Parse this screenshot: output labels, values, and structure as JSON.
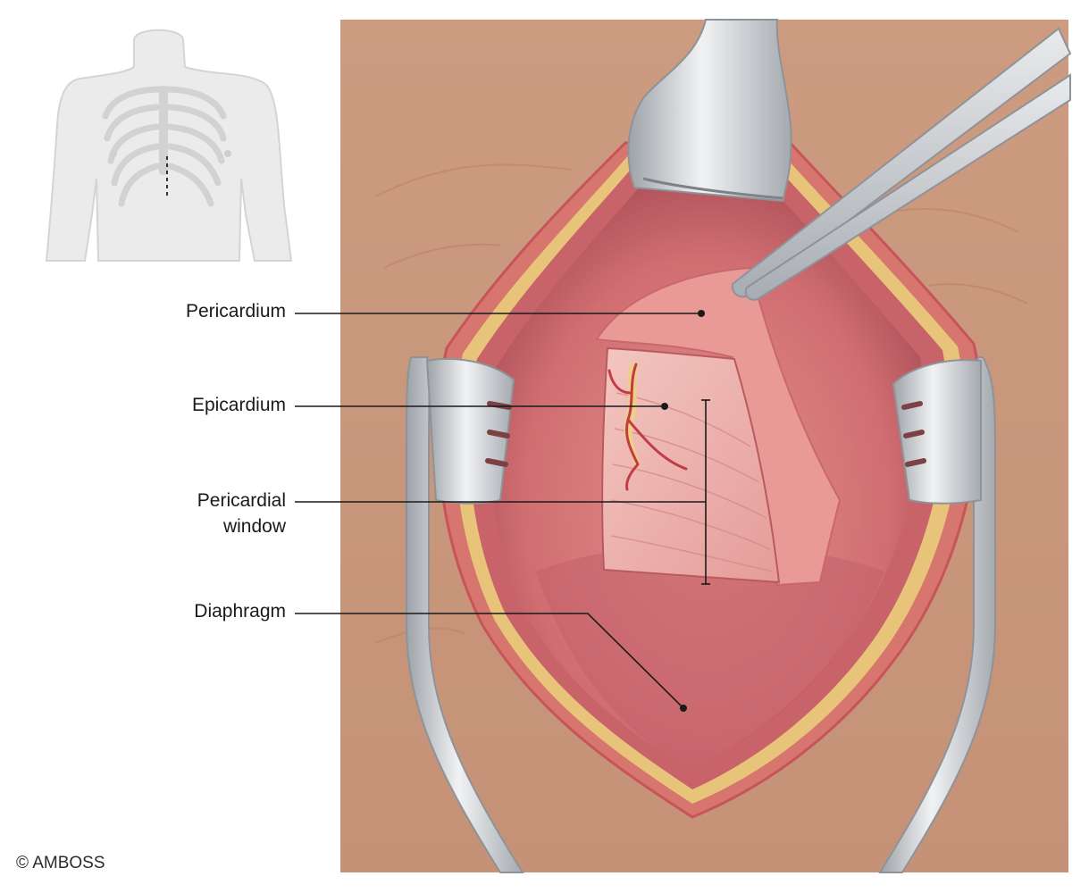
{
  "labels": {
    "pericardium": "Pericardium",
    "epicardium": "Epicardium",
    "pericardial_window_line1": "Pericardial",
    "pericardial_window_line2": "window",
    "diaphragm": "Diaphragm"
  },
  "copyright": "© AMBOSS",
  "colors": {
    "skin": "#c9977c",
    "tissue": "#d97b7b",
    "tissue_dark": "#b85a5e",
    "fat": "#e6c477",
    "epicardium": "#eeb2ad",
    "metal": "#c9ccd0",
    "leader": "#1a1a1a"
  },
  "icons": [
    "torso-thumbnail-icon",
    "retractor-blade-icon",
    "forceps-icon",
    "rib-spreader-icon"
  ]
}
